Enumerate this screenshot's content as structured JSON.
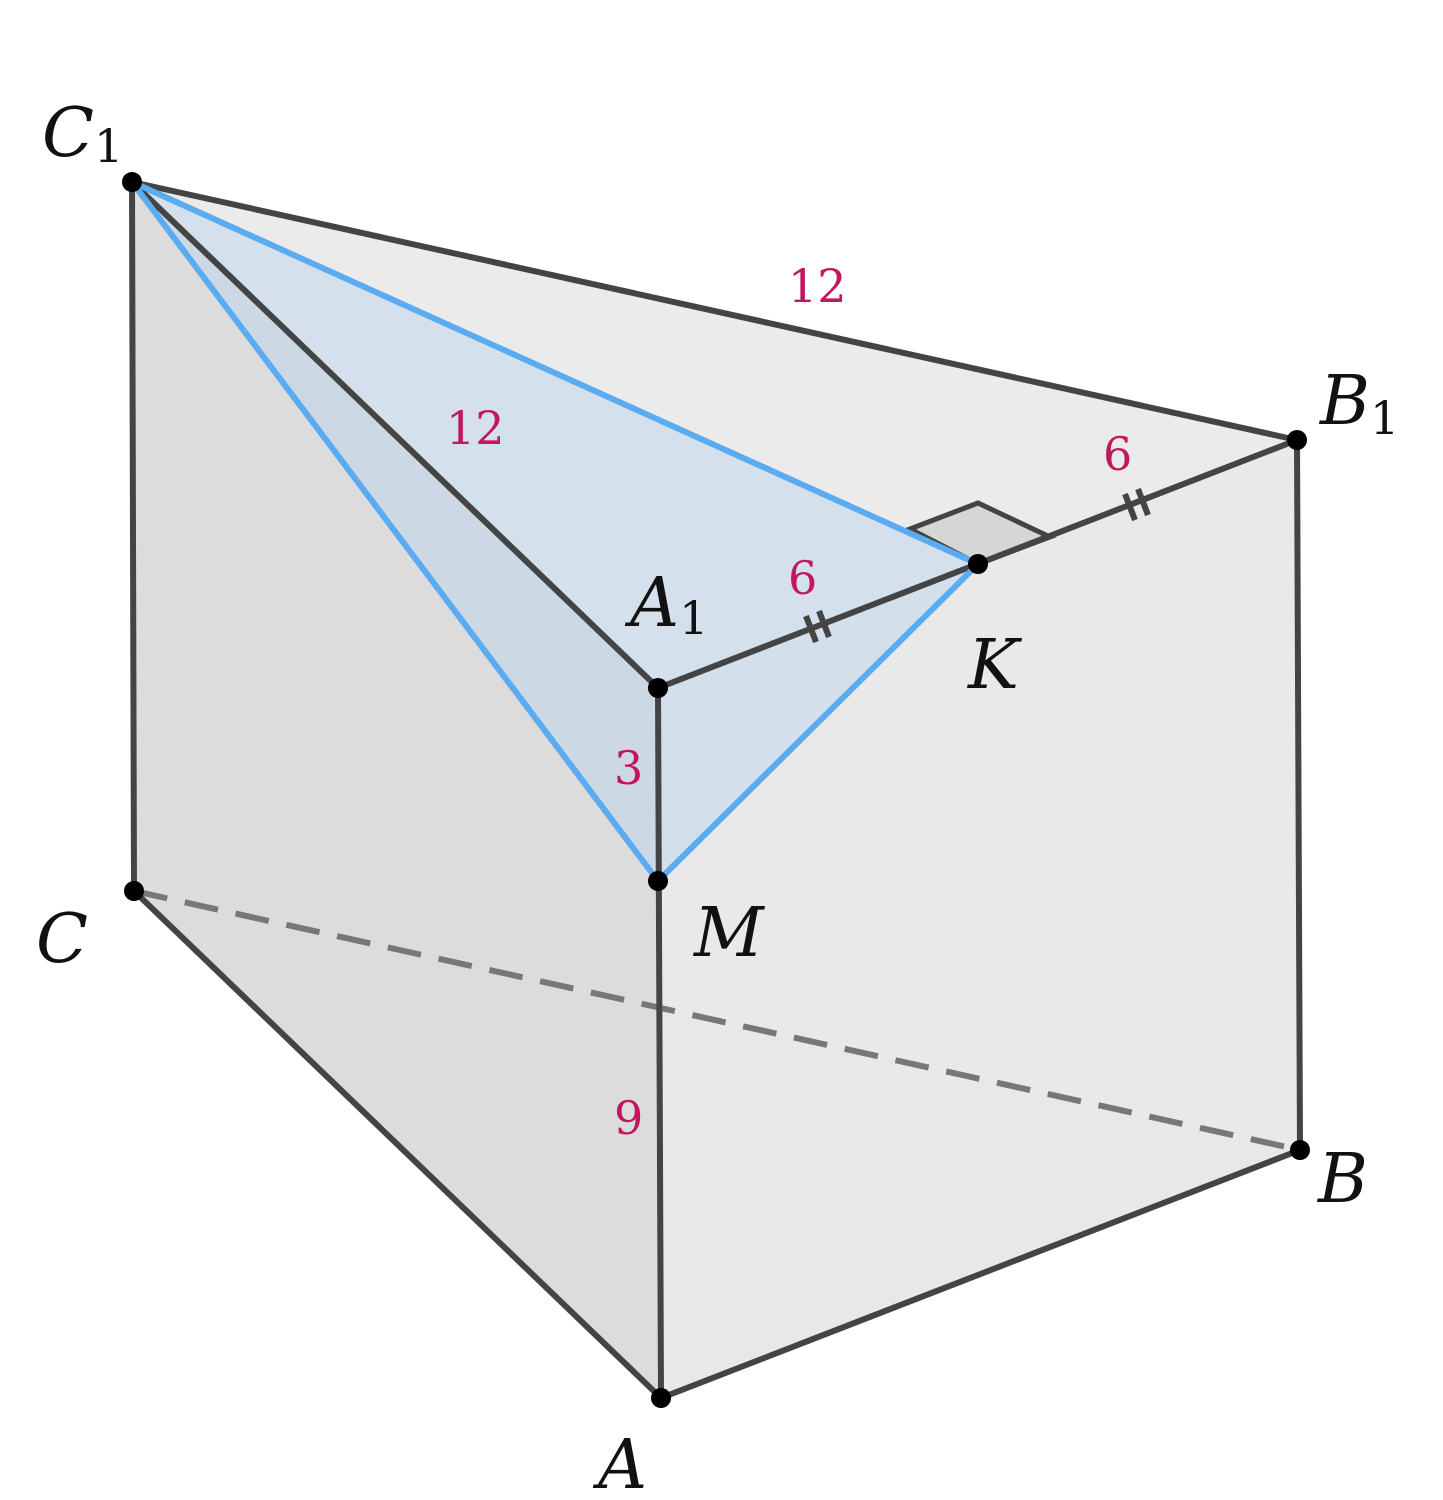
{
  "points": {
    "C1": {
      "letter": "C",
      "sub": "1"
    },
    "B1": {
      "letter": "B",
      "sub": "1"
    },
    "A1": {
      "letter": "A",
      "sub": "1"
    },
    "K": {
      "letter": "K",
      "sub": ""
    },
    "M": {
      "letter": "M",
      "sub": ""
    },
    "C": {
      "letter": "C",
      "sub": ""
    },
    "B": {
      "letter": "B",
      "sub": ""
    },
    "A": {
      "letter": "A",
      "sub": ""
    }
  },
  "lengths": {
    "C1B1": "12",
    "C1A1": "12",
    "A1K": "6",
    "KB1": "6",
    "A1M": "3",
    "MA": "9"
  },
  "colors": {
    "edge": "#444444",
    "section": "#5aabef",
    "label": "#111111",
    "length": "#c2185b"
  }
}
